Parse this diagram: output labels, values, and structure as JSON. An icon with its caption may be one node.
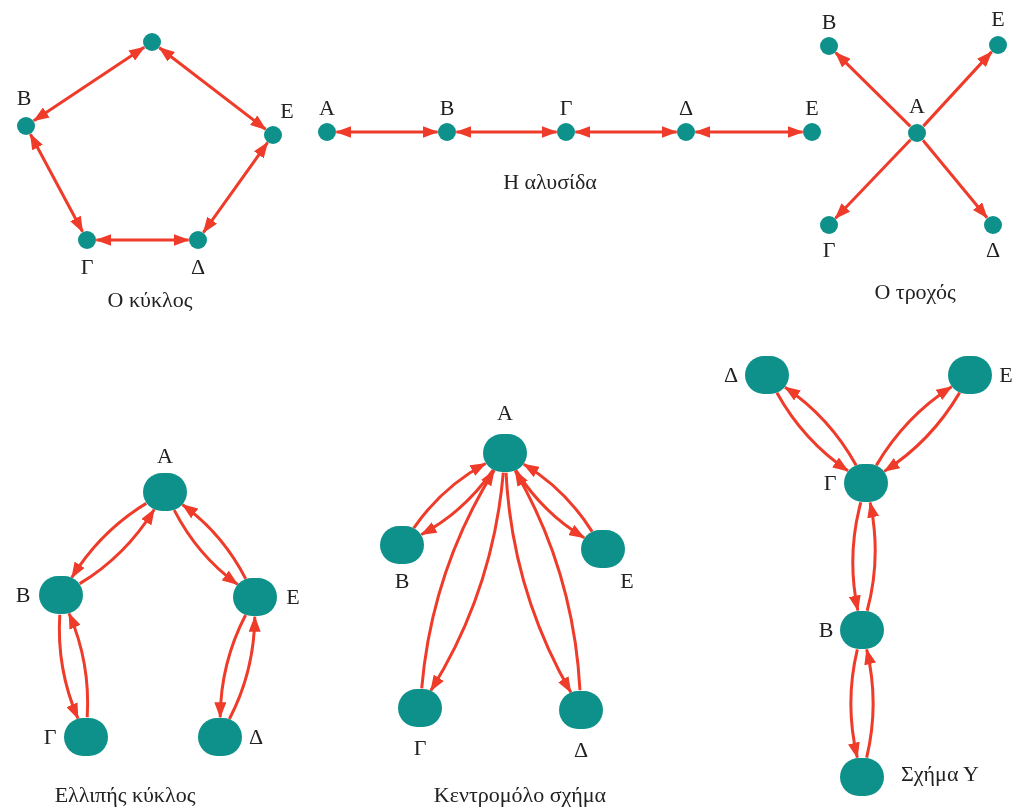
{
  "diagram": {
    "nodes": [
      {
        "text": [],
        "shape": "circle"
      },
      {
        "text": [
          "Β"
        ]
      },
      {
        "text": [
          "Ε"
        ]
      },
      {
        "text": [
          "Γ"
        ]
      },
      {
        "text": [
          "Δ"
        ]
      },
      {
        "text": [
          "Α"
        ]
      },
      {
        "text": [
          "Β"
        ]
      },
      {
        "text": [
          "Γ"
        ]
      },
      {
        "text": [
          "Δ"
        ]
      },
      {
        "text": [
          "Ε"
        ]
      },
      {
        "text": [
          "Β"
        ]
      },
      {
        "text": [
          "Ε"
        ]
      },
      {
        "text": [
          "Α"
        ]
      },
      {
        "text": [
          "Γ"
        ]
      },
      {
        "text": [
          "Δ"
        ]
      },
      {
        "text": [
          "Α"
        ]
      },
      {
        "text": [
          "Β"
        ]
      },
      {
        "text": [
          "Ε"
        ]
      },
      {
        "text": [
          "Γ"
        ]
      },
      {
        "text": [
          "Δ"
        ]
      },
      {
        "text": [
          "Α"
        ]
      },
      {
        "text": [
          "Β"
        ]
      },
      {
        "text": [
          "Ε"
        ]
      },
      {
        "text": [
          "Γ"
        ]
      },
      {
        "text": [
          "Δ"
        ]
      },
      {
        "text": [
          "Δ"
        ]
      },
      {
        "text": [
          "Ε"
        ]
      },
      {
        "text": [
          "Γ"
        ]
      },
      {
        "text": [
          "Β"
        ]
      },
      {
        "text": [],
        "shape": "circle"
      }
    ],
    "edges": [
      {
        "from": 0,
        "to": 1,
        "arrow": "both"
      },
      {
        "from": 0,
        "to": 2,
        "arrow": "both"
      },
      {
        "from": 1,
        "to": 3,
        "arrow": "both"
      },
      {
        "from": 3,
        "to": 4,
        "arrow": "both"
      },
      {
        "from": 4,
        "to": 2,
        "arrow": "both"
      },
      {
        "from": 5,
        "to": 6,
        "arrow": "both"
      },
      {
        "from": 6,
        "to": 7,
        "arrow": "both"
      },
      {
        "from": 7,
        "to": 8,
        "arrow": "both"
      },
      {
        "from": 8,
        "to": 9,
        "arrow": "both"
      },
      {
        "from": 12,
        "to": 10,
        "arrow": "to"
      },
      {
        "from": 12,
        "to": 11,
        "arrow": "to"
      },
      {
        "from": 12,
        "to": 13,
        "arrow": "to"
      },
      {
        "from": 12,
        "to": 14,
        "arrow": "to"
      },
      {
        "from": 15,
        "to": 16,
        "arrow": "to"
      },
      {
        "from": 16,
        "to": 15,
        "arrow": "to"
      },
      {
        "from": 15,
        "to": 17,
        "arrow": "to"
      },
      {
        "from": 17,
        "to": 15,
        "arrow": "to"
      },
      {
        "from": 16,
        "to": 18,
        "arrow": "to"
      },
      {
        "from": 18,
        "to": 16,
        "arrow": "to"
      },
      {
        "from": 17,
        "to": 19,
        "arrow": "to"
      },
      {
        "from": 19,
        "to": 17,
        "arrow": "to"
      },
      {
        "from": 20,
        "to": 21,
        "arrow": "to"
      },
      {
        "from": 21,
        "to": 20,
        "arrow": "to"
      },
      {
        "from": 20,
        "to": 22,
        "arrow": "to"
      },
      {
        "from": 22,
        "to": 20,
        "arrow": "to"
      },
      {
        "from": 20,
        "to": 23,
        "arrow": "to"
      },
      {
        "from": 23,
        "to": 20,
        "arrow": "to"
      },
      {
        "from": 20,
        "to": 24,
        "arrow": "to"
      },
      {
        "from": 24,
        "to": 20,
        "arrow": "to"
      },
      {
        "from": 27,
        "to": 25,
        "arrow": "to"
      },
      {
        "from": 25,
        "to": 27,
        "arrow": "to"
      },
      {
        "from": 27,
        "to": 26,
        "arrow": "to"
      },
      {
        "from": 26,
        "to": 27,
        "arrow": "to"
      },
      {
        "from": 27,
        "to": 28,
        "arrow": "to"
      },
      {
        "from": 28,
        "to": 27,
        "arrow": "to"
      },
      {
        "from": 28,
        "to": 29,
        "arrow": "to"
      },
      {
        "from": 29,
        "to": 28,
        "arrow": "to"
      }
    ],
    "labels": [
      "Ο κύκλος",
      "Η αλυσίδα",
      "Ο τροχός",
      "Ελλιπής κύκλος",
      "Κεντρομόλο σχήμα",
      "Σχήμα Υ"
    ]
  }
}
